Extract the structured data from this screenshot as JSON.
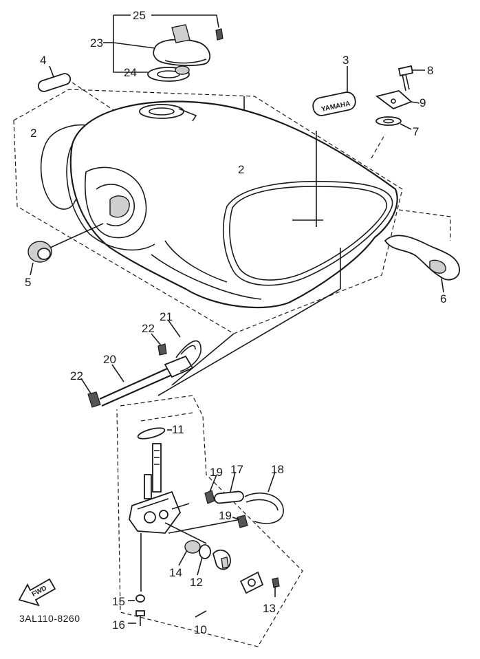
{
  "diagram": {
    "drawing_code": "3AL110-8260",
    "fwd_label": "FWD",
    "callouts": [
      "25",
      "23",
      "24",
      "4",
      "3",
      "8",
      "9",
      "7",
      "2",
      "2",
      "5",
      "6",
      "21",
      "22",
      "20",
      "22",
      "11",
      "19",
      "17",
      "18",
      "19",
      "14",
      "12",
      "15",
      "16",
      "10",
      "13"
    ]
  }
}
